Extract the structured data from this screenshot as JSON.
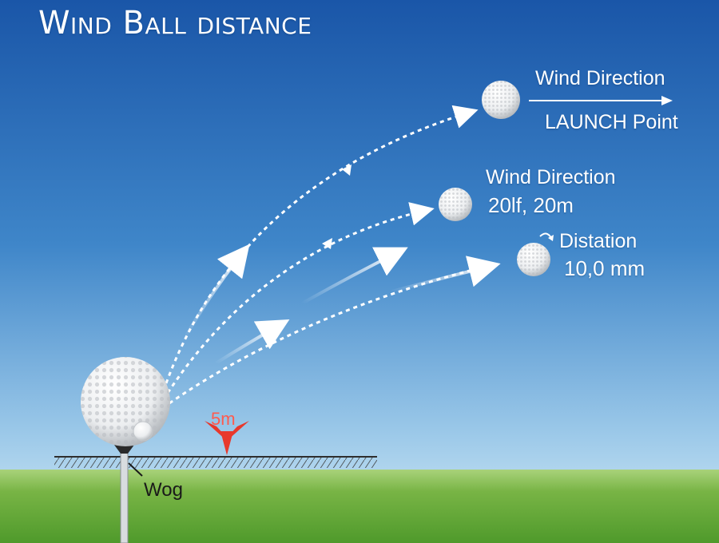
{
  "title": "Wind Ball distance",
  "labels": {
    "top_wind_direction": "Wind Direction",
    "launch_point": "LAUNCH Point",
    "mid_wind_direction": "Wind Direction",
    "mid_values": "20lf, 20m",
    "distation": "Distation",
    "distation_value": "10,0 mm",
    "marker": "5m",
    "tee": "Wog"
  },
  "colors": {
    "sky_top": "#1f5fb0",
    "sky_bottom": "#cfe6f5",
    "grass": "#6fae3c",
    "marker": "#e8382c",
    "trajectory": "#ffffff"
  },
  "icons": [
    "golf-ball",
    "golf-tee",
    "arrow-right",
    "down-arrow-marker",
    "curved-arrow"
  ]
}
